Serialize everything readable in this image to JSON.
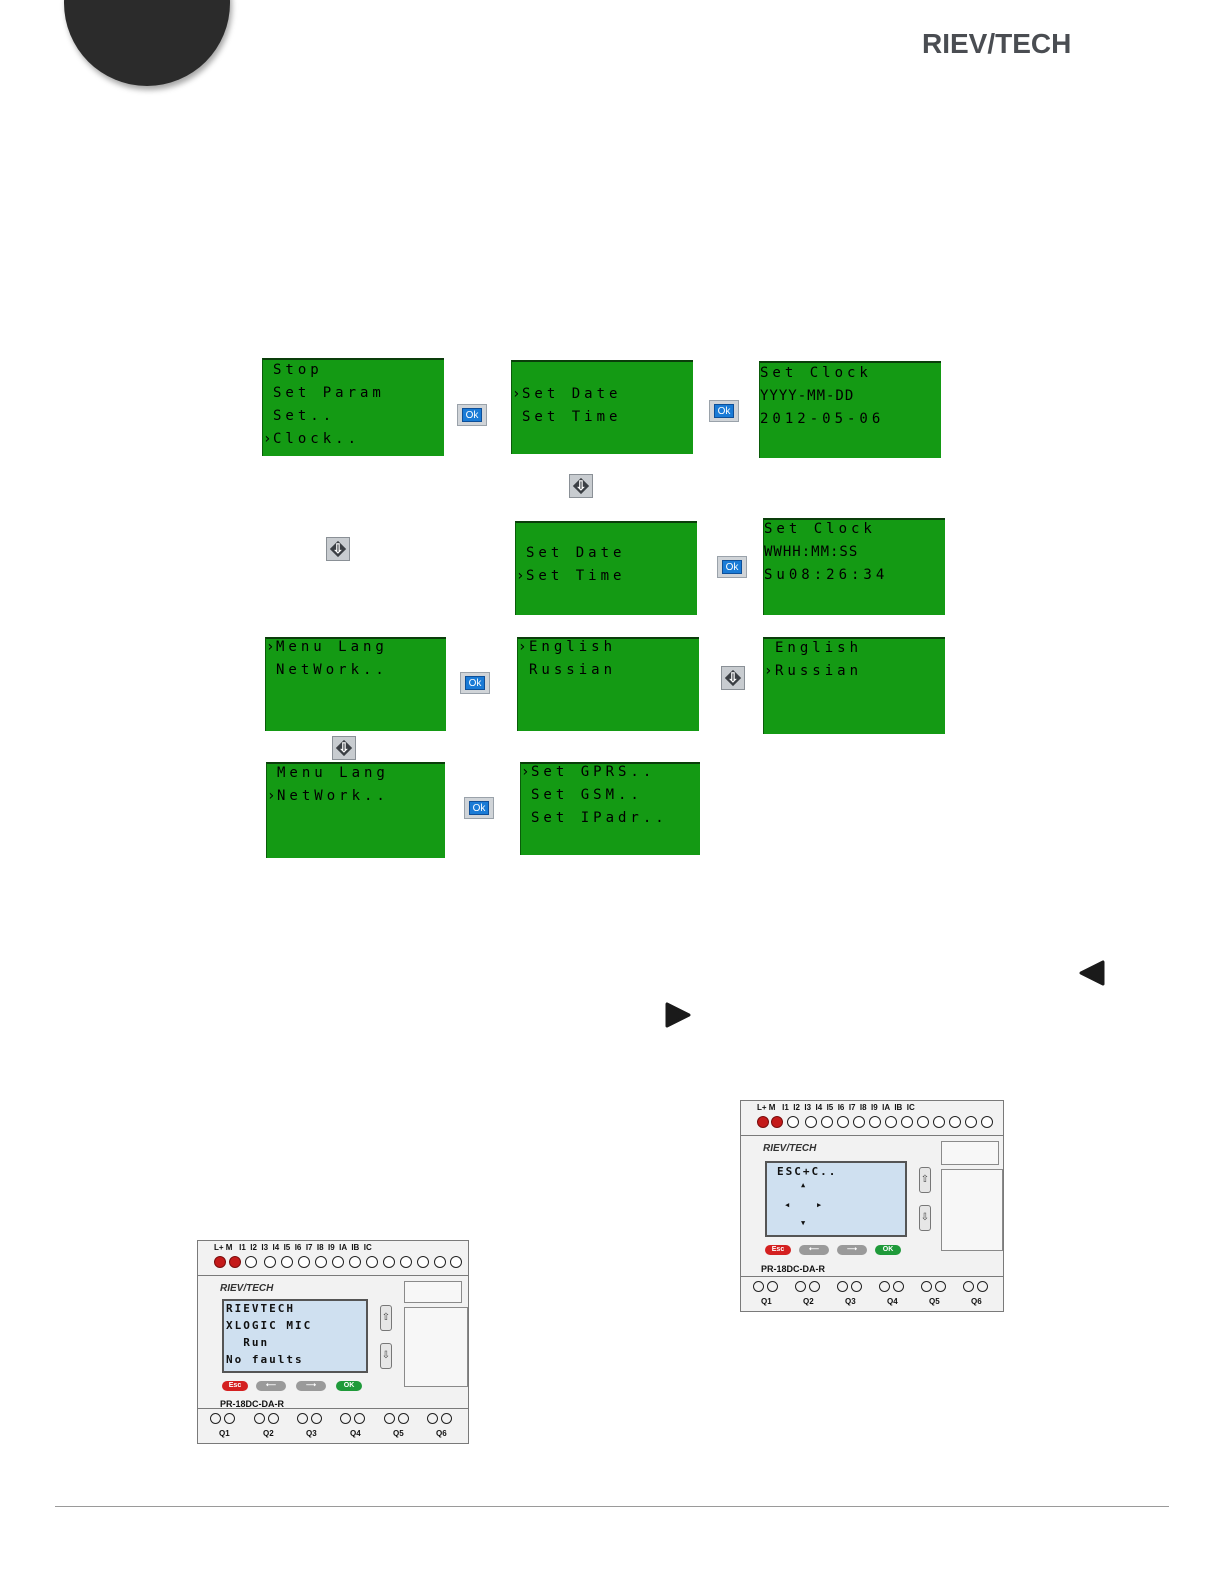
{
  "brand_logo": "RIEV/TECH",
  "screens": {
    "s1": [
      "Stop",
      "Set Param",
      "Set..",
      "Clock.."
    ],
    "s2": [
      "Set Date",
      "Set Time"
    ],
    "s3": [
      "Set Clock",
      "YYYY-MM-DD",
      "2012-05-06"
    ],
    "s4": [
      "Set Date",
      "Set Time"
    ],
    "s5": [
      "Set Clock",
      "WWHH:MM:SS",
      "Su08:26:34"
    ],
    "s6": [
      "Menu Lang",
      "NetWork.."
    ],
    "s7": [
      "English",
      "Russian"
    ],
    "s8": [
      "English",
      "Russian"
    ],
    "s9": [
      "Menu Lang",
      "NetWork.."
    ],
    "s10": [
      "Set GPRS..",
      "Set GSM..",
      "Set IPadr.."
    ]
  },
  "ok_label": "Ok",
  "plc_left": {
    "terminal_labels": "L+ M   I1  I2  I3  I4  I5  I6  I7  I8  I9  IA  IB  IC",
    "brand": "RIEV/TECH",
    "screen_lines": [
      "RIEVTECH",
      "XLOGIC MIC",
      "  Run",
      "No faults"
    ],
    "keys": [
      "Esc",
      "OK"
    ],
    "model": "PR-18DC-DA-R",
    "outputs": [
      "Q1",
      "Q2",
      "Q3",
      "Q4",
      "Q5",
      "Q6"
    ]
  },
  "plc_right": {
    "terminal_labels": "L+ M   I1  I2  I3  I4  I5  I6  I7  I8  I9  IA  IB  IC",
    "brand": "RIEV/TECH",
    "screen_lines": [
      "ESC+C.."
    ],
    "keys": [
      "Esc",
      "OK"
    ],
    "model": "PR-18DC-DA-R",
    "outputs": [
      "Q1",
      "Q2",
      "Q3",
      "Q4",
      "Q5",
      "Q6"
    ]
  },
  "colors": {
    "lcd_green": "#149a14",
    "plc_screen": "#cfe0f0",
    "ok_blue": "#1a7bd6"
  }
}
